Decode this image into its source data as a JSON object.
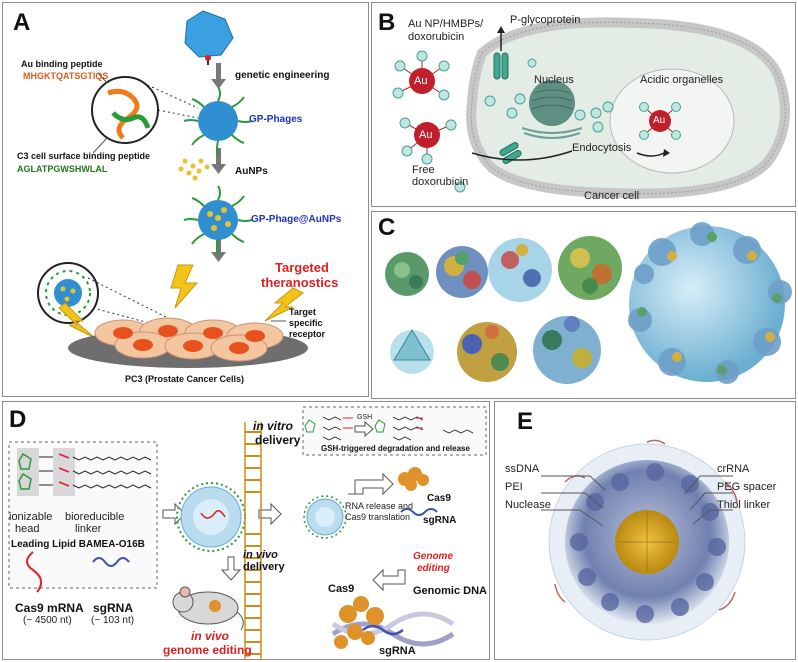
{
  "colors": {
    "red": "#e02020",
    "blue": "#2030c8",
    "green": "#1f7a1f",
    "gold": "#d9a514",
    "gray": "#7a7a7a"
  },
  "panelA": {
    "label": "A",
    "au_peptide_title": "Au binding peptide",
    "au_peptide_seq": "MHGKTQATSGTIQS",
    "c3_peptide_title": "C3 cell surface binding peptide",
    "c3_peptide_seq": "AGLATPGWSHWLAL",
    "genetic": "genetic engineering",
    "gp_phages": "GP-Phages",
    "aunps": "AuNPs",
    "gp_phage_aunps": "GP-Phage@AuNPs",
    "targeted_1": "Targeted",
    "targeted_2": "theranostics",
    "target_1": "Target",
    "target_2": "specific",
    "target_3": "receptor",
    "pc3": "PC3 (Prostate Cancer Cells)"
  },
  "panelB": {
    "label": "B",
    "au_np_1": "Au NP/HMBPs/",
    "au_np_2": "doxorubicin",
    "pgp": "P-glycoprotein",
    "nucleus": "Nucleus",
    "acidic": "Acidic organelles",
    "endocytosis": "Endocytosis",
    "free_1": "Free",
    "free_2": "doxorubicin",
    "cancer_cell": "Cancer cell",
    "au": "Au"
  },
  "panelC": {
    "label": "C"
  },
  "panelD": {
    "label": "D",
    "ionizable_1": "ionizable",
    "ionizable_2": "head",
    "bioreducible_1": "bioreducible",
    "bioreducible_2": "linker",
    "leading_lipid": "Leading Lipid BAMEA-O16B",
    "cas9_mrna": "Cas9 mRNA",
    "cas9_mrna_len": "(~ 4500 nt)",
    "sgrna": "sgRNA",
    "sgrna_len": "(~ 103 nt)",
    "in_vitro_1": "in vitro",
    "in_vitro_2": "delivery",
    "in_vivo_1": "in vivo",
    "in_vivo_2": "delivery",
    "in_vivo_edit_1": "in vivo",
    "in_vivo_edit_2": "genome editing",
    "gsh": "GSH",
    "gsh_caption": "GSH-triggered degradation and release",
    "rna_release_1": "RNA release and",
    "rna_release_2": "Cas9 translation",
    "cas9": "Cas9",
    "genome_1": "Genome",
    "genome_2": "editing",
    "genomic_dna": "Genomic DNA",
    "cas9_b": "Cas9",
    "sgrna_b": "sgRNA"
  },
  "panelE": {
    "label": "E",
    "ssdna": "ssDNA",
    "pei": "PEI",
    "nuclease": "Nuclease",
    "crrna": "crRNA",
    "peg": "PEG spacer",
    "thiol": "Thiol linker"
  }
}
